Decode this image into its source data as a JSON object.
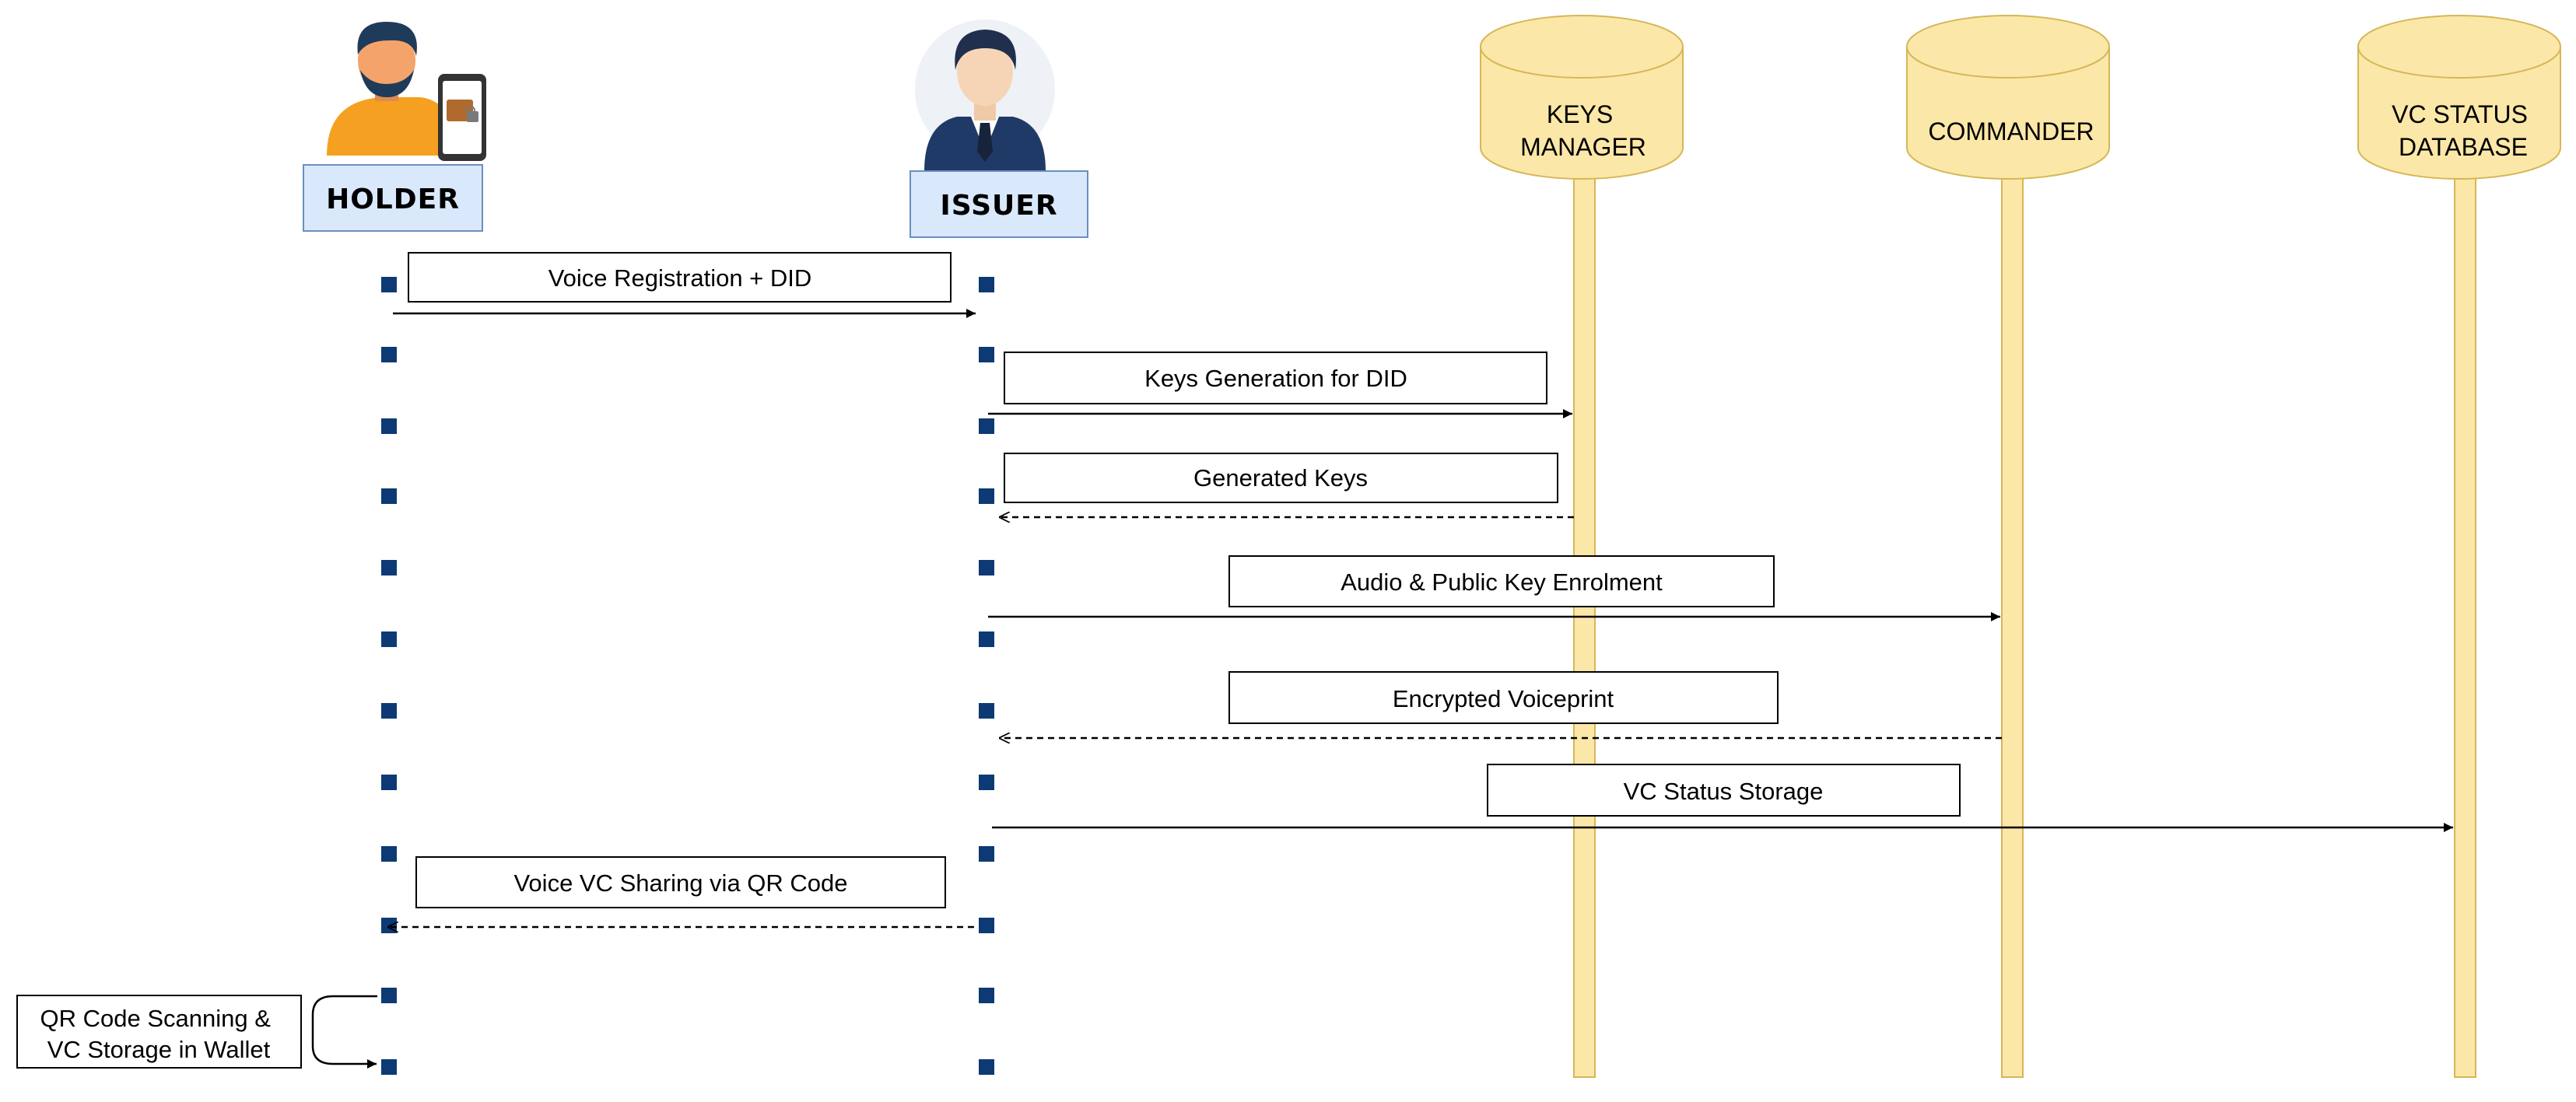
{
  "actors": {
    "holder": {
      "label": "HOLDER"
    },
    "issuer": {
      "label": "ISSUER"
    }
  },
  "databases": {
    "keys_manager": {
      "label_lines": [
        "KEYS",
        "MANAGER"
      ]
    },
    "commander": {
      "label_lines": [
        "COMMANDER"
      ]
    },
    "vc_status_db": {
      "label_lines": [
        "VC STATUS",
        "DATABASE"
      ]
    }
  },
  "messages": [
    {
      "label": "Voice Registration + DID",
      "style": "solid"
    },
    {
      "label": "Keys Generation for DID",
      "style": "solid"
    },
    {
      "label": "Generated Keys",
      "style": "dashed"
    },
    {
      "label": "Audio & Public Key Enrolment",
      "style": "solid"
    },
    {
      "label": "Encrypted Voiceprint",
      "style": "dashed"
    },
    {
      "label": "VC Status Storage",
      "style": "solid"
    },
    {
      "label": "Voice VC Sharing via QR Code",
      "style": "dashed"
    }
  ],
  "self_note": {
    "label_lines": [
      "QR Code Scanning &",
      "VC Storage in Wallet"
    ]
  },
  "colors": {
    "lifeline_fill": "#fbe7a8",
    "lifeline_stroke": "#d6b656",
    "actor_label_fill": "#dae8fc",
    "actor_label_stroke": "#6c8ebf",
    "dot": "#0d3a74",
    "skin": "#f4a46a",
    "hair": "#1f3b5a",
    "holder_shirt": "#f5a020",
    "suit": "#1f3a66",
    "phone": "#333333",
    "wallet": "#b06a2e"
  }
}
